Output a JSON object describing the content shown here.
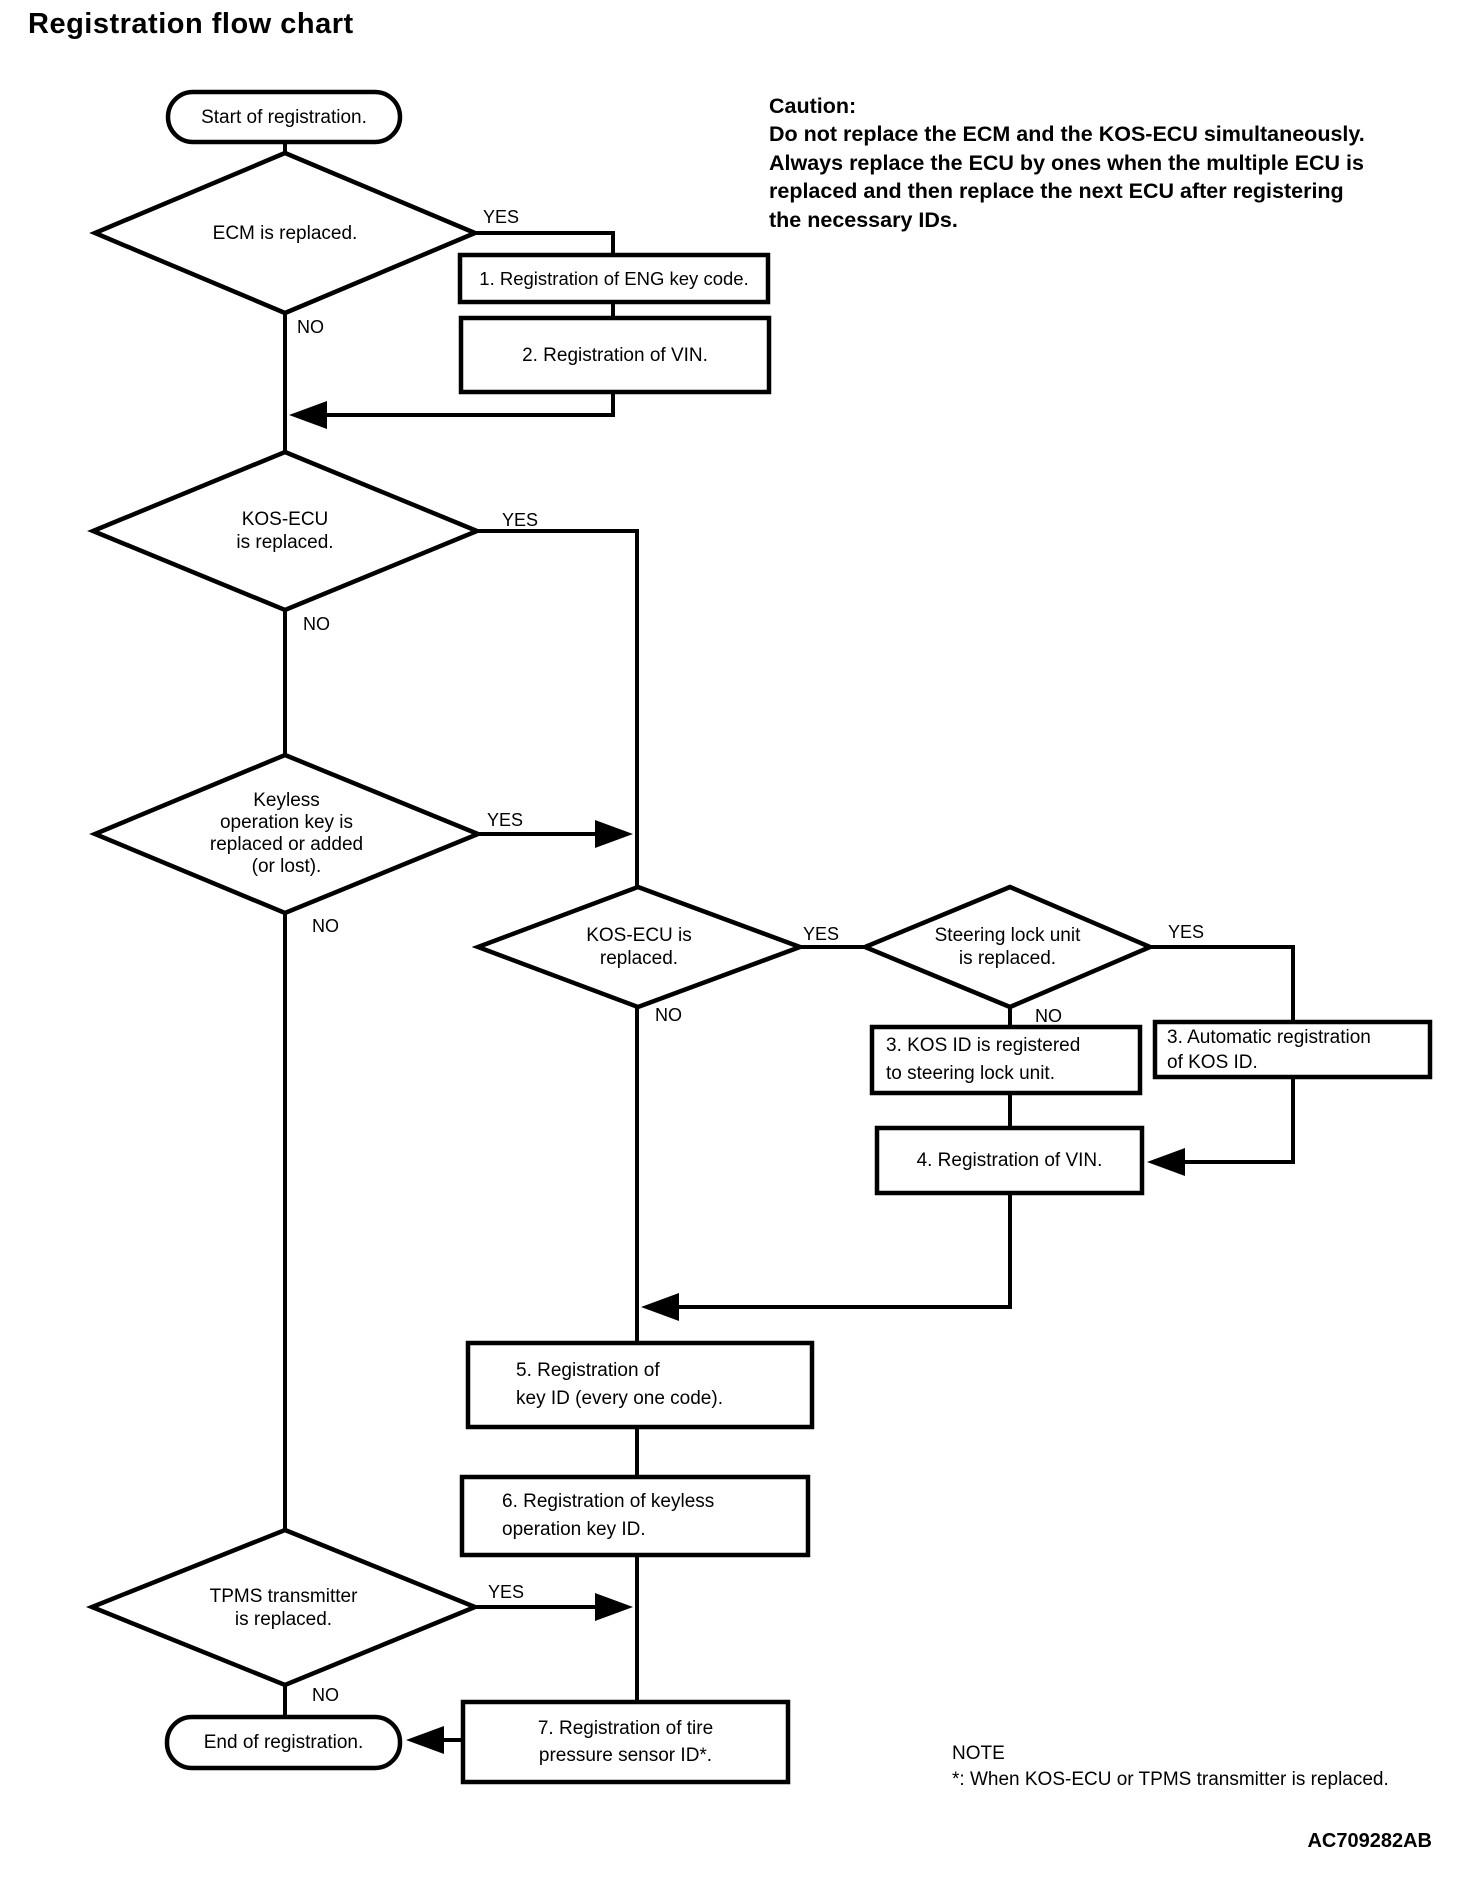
{
  "title": "Registration flow chart",
  "caution": {
    "heading": "Caution:",
    "lines": [
      "Do not replace the ECM and the KOS-ECU simultaneously.",
      "Always replace the ECU by ones when the multiple ECU is",
      "replaced and then replace the next ECU after registering",
      "the necessary IDs."
    ]
  },
  "labels": {
    "yes": "YES",
    "no": "NO"
  },
  "terminals": {
    "start": "Start of registration.",
    "end": "End of registration."
  },
  "decisions": [
    {
      "id": "ecm-replaced",
      "lines": [
        "ECM is replaced."
      ]
    },
    {
      "id": "kos-ecu-replaced",
      "lines": [
        "KOS-ECU",
        "is replaced."
      ]
    },
    {
      "id": "keyless-key-replaced",
      "lines": [
        "Keyless",
        "operation key is",
        "replaced or added",
        "(or lost)."
      ]
    },
    {
      "id": "kos-ecu-replaced-2",
      "lines": [
        "KOS-ECU is",
        "replaced."
      ]
    },
    {
      "id": "steering-lock-replaced",
      "lines": [
        "Steering lock unit",
        "is replaced."
      ]
    },
    {
      "id": "tpms-replaced",
      "lines": [
        "TPMS transmitter",
        "is replaced."
      ]
    }
  ],
  "processes": [
    {
      "id": "step-1",
      "lines": [
        "1. Registration of ENG key code."
      ]
    },
    {
      "id": "step-2",
      "lines": [
        "2. Registration of VIN."
      ]
    },
    {
      "id": "step-3-no",
      "lines": [
        "3. KOS ID is registered",
        "to steering lock unit."
      ]
    },
    {
      "id": "step-3-yes",
      "lines": [
        "3. Automatic registration",
        "of KOS ID."
      ]
    },
    {
      "id": "step-4",
      "lines": [
        "4. Registration of VIN."
      ]
    },
    {
      "id": "step-5",
      "lines": [
        "5. Registration of",
        "key ID (every one code)."
      ]
    },
    {
      "id": "step-6",
      "lines": [
        "6. Registration of keyless",
        "operation key ID."
      ]
    },
    {
      "id": "step-7",
      "lines": [
        "7. Registration of tire",
        "pressure sensor ID*."
      ]
    }
  ],
  "note": {
    "heading": "NOTE",
    "line": "*: When KOS-ECU or TPMS transmitter is replaced."
  },
  "figure_code": "AC709282AB",
  "colors": {
    "ink": "#000000",
    "paper": "#ffffff"
  }
}
